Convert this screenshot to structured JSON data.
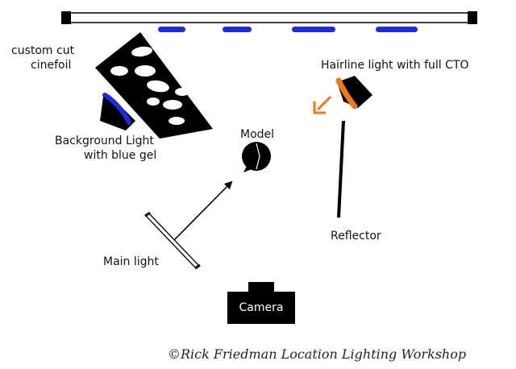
{
  "labels": {
    "cinefoil_line1": "custom cut",
    "cinefoil_line2": "cinefoil",
    "hairline": "Hairline light with full CTO",
    "background_line1": "Background Light",
    "background_line2": "with blue gel",
    "model": "Model",
    "reflector": "Reflector",
    "main_light": "Main light",
    "camera": "Camera",
    "copyright": "©Rick Friedman Location Lighting Workshop"
  },
  "colors": {
    "ink": "#000000",
    "gel_blue": "#1a2be0",
    "cto_orange": "#f07818",
    "background": "#ffffff"
  },
  "icons": {
    "hairline_arrow": "arrow-down-left",
    "main_arrow": "arrow-up-right"
  }
}
